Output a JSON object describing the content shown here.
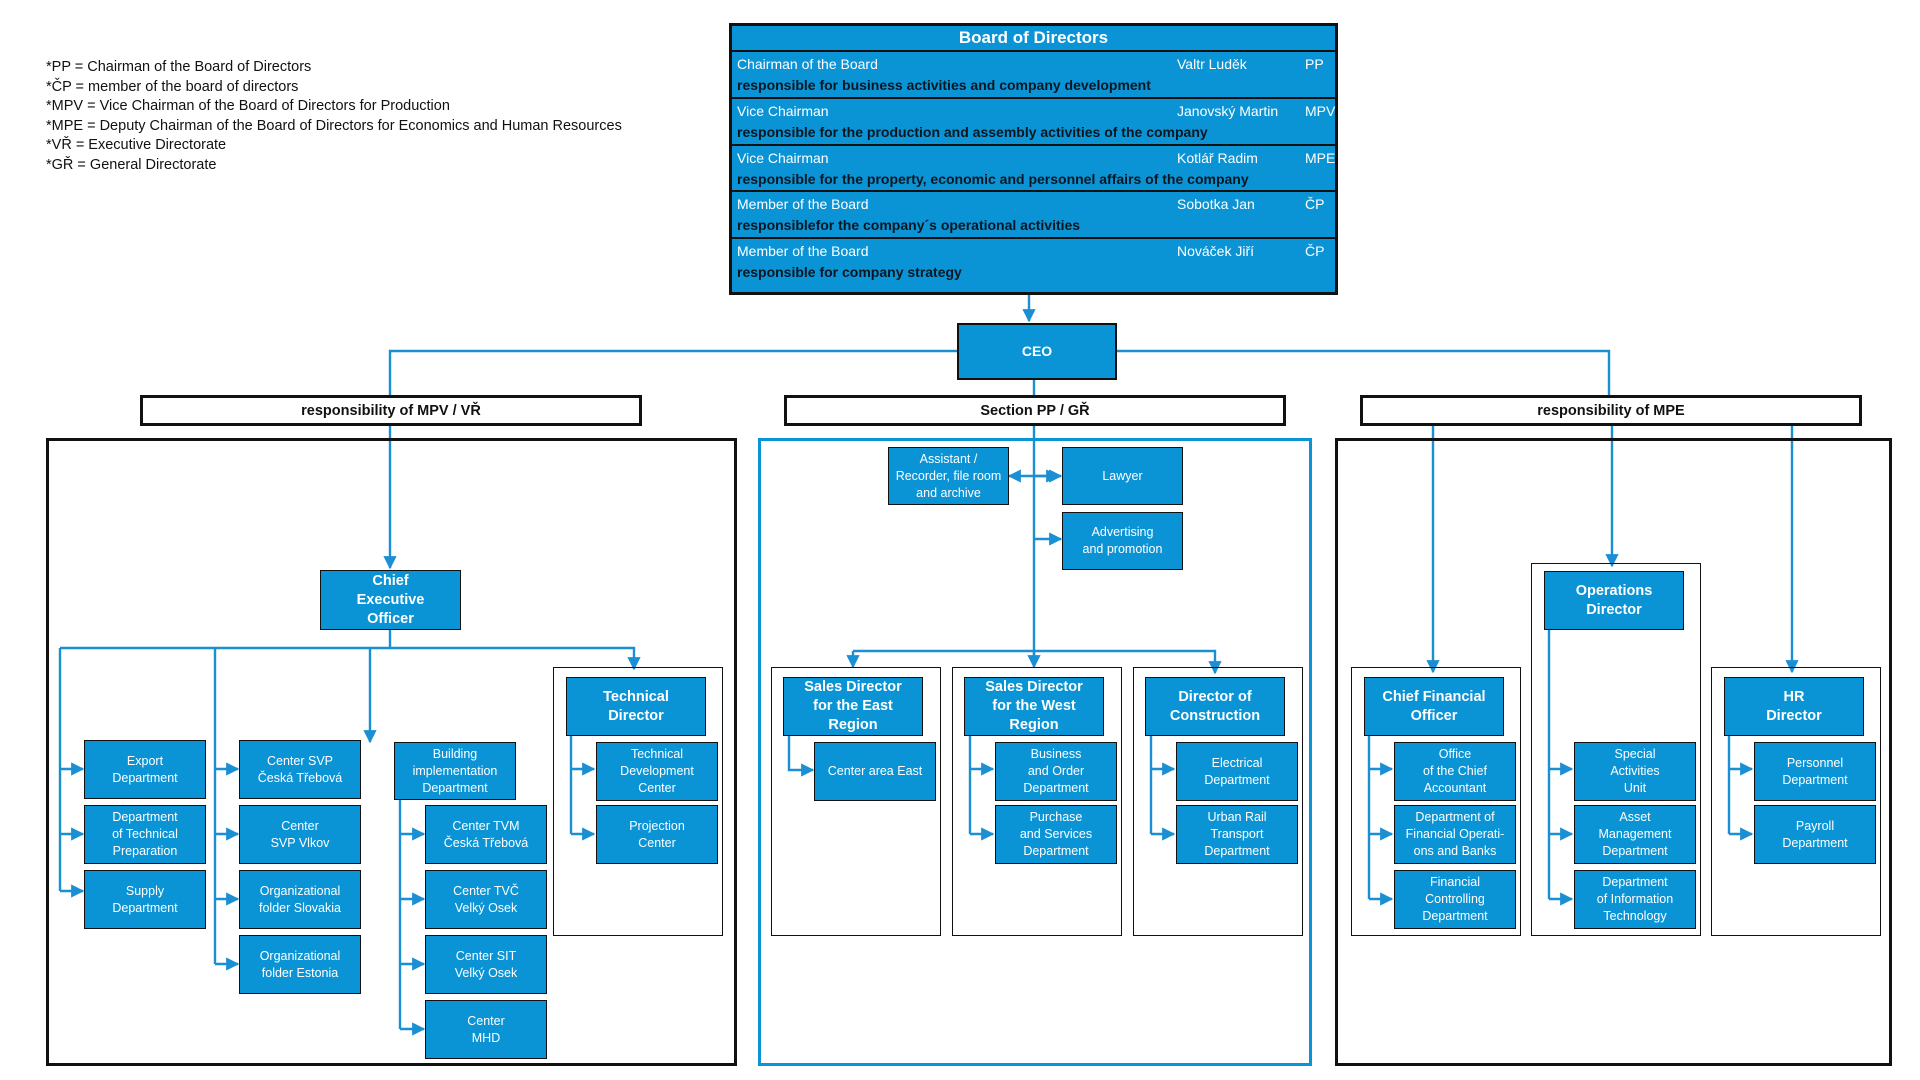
{
  "legend": [
    "*PP = Chairman of the Board of Directors",
    "*ČP = member of the board of directors",
    "*MPV = Vice Chairman of the Board of Directors for Production",
    "*MPE = Deputy Chairman of the Board of Directors for Economics and Human Resources",
    "*VŘ = Executive Directorate",
    "*GŘ = General Directorate"
  ],
  "board": {
    "title": "Board of Directors",
    "members": [
      {
        "role": "Chairman of the Board",
        "person": "Valtr Luděk",
        "abbr": "PP",
        "responsibility": "responsible for business activities and company development"
      },
      {
        "role": "Vice Chairman",
        "person": "Janovský Martin",
        "abbr": "MPV",
        "responsibility": "responsible for the production and assembly activities of the company"
      },
      {
        "role": "Vice Chairman",
        "person": "Kotlář Radim",
        "abbr": "MPE",
        "responsibility": "responsible for the property, economic and personnel affairs of the company"
      },
      {
        "role": "Member of the Board",
        "person": "Sobotka Jan",
        "abbr": "ČP",
        "responsibility": "responsiblefor the company´s operational activities"
      },
      {
        "role": "Member of the Board",
        "person": "Nováček Jiří",
        "abbr": "ČP",
        "responsibility": "responsible for company strategy"
      }
    ]
  },
  "ceo": "CEO",
  "sections": {
    "left": "responsibility of MPV /  VŘ",
    "middle": "Section PP / GŘ",
    "right": "responsibility of MPE"
  },
  "left": {
    "chief_exec": "Chief\nExecutive\nOfficer",
    "export": "Export\nDepartment",
    "tech_prep": "Department\nof Technical\nPreparation",
    "supply": "Supply\nDepartment",
    "center_svp_ct": "Center SVP\nČeská Třebová",
    "center_svp_vlkov": "Center\nSVP Vlkov",
    "org_slovakia": "Organizational\nfolder Slovakia",
    "org_estonia": "Organizational\nfolder Estonia",
    "building_impl": "Building\nimplementation\nDepartment",
    "center_tvm": "Center TVM\nČeská Třebová",
    "center_tvc": "Center TVČ\nVelký Osek",
    "center_sit": "Center SIT\nVelký Osek",
    "center_mhd": "Center\nMHD",
    "tech_director": "Technical\nDirector",
    "tech_dev": "Technical\nDevelopment\nCenter",
    "projection": "Projection\nCenter"
  },
  "middle": {
    "assistant": "Assistant /\nRecorder, file room\nand archive",
    "lawyer": "Lawyer",
    "advertising": "Advertising\nand promotion",
    "sales_east": "Sales Director\nfor the East\nRegion",
    "center_east": "Center area East",
    "sales_west": "Sales Director\nfor the West\nRegion",
    "business_order": "Business\nand Order\nDepartment",
    "purchase": "Purchase\nand Services\nDepartment",
    "dir_construction": "Director of\nConstruction",
    "electrical": "Electrical\nDepartment",
    "urban_rail": "Urban Rail\nTransport\nDepartment"
  },
  "right": {
    "cfo": "Chief Financial\nOfficer",
    "chief_accountant": "Office\nof the Chief\nAccountant",
    "fin_ops": "Department of\nFinancial Operati-\nons and Banks",
    "fin_control": "Financial\nControlling\nDepartment",
    "ops_director": "Operations\nDirector",
    "special": "Special\nActivities\nUnit",
    "asset": "Asset\nManagement\nDepartment",
    "it": "Department\nof Information\nTechnology",
    "hr_director": "HR\nDirector",
    "personnel": "Personnel\nDepartment",
    "payroll": "Payroll\nDepartment"
  },
  "colors": {
    "accent": "#0a94d6",
    "line": "#1a8fd3",
    "border": "#111111"
  }
}
